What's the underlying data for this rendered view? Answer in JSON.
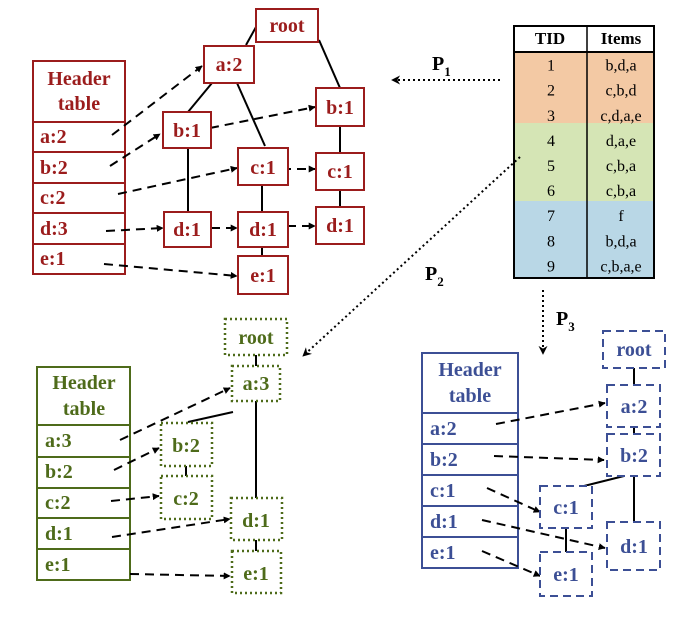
{
  "colors": {
    "red": "#9b1c1c",
    "green": "#4e6b1a",
    "blue": "#3c4f95",
    "orange_fill": "#f3c9a4",
    "green_fill": "#d5e5b5",
    "blue_fill": "#b9d7e6",
    "ink": "#000000"
  },
  "table": {
    "header_tid": "TID",
    "header_items": "Items",
    "rows": [
      {
        "tid": "1",
        "items": "b,d,a"
      },
      {
        "tid": "2",
        "items": "c,b,d"
      },
      {
        "tid": "3",
        "items": "c,d,a,e"
      },
      {
        "tid": "4",
        "items": "d,a,e"
      },
      {
        "tid": "5",
        "items": "c,b,a"
      },
      {
        "tid": "6",
        "items": "c,b,a"
      },
      {
        "tid": "7",
        "items": "f"
      },
      {
        "tid": "8",
        "items": "b,d,a"
      },
      {
        "tid": "9",
        "items": "c,b,a,e"
      }
    ]
  },
  "partitions": {
    "p1": {
      "letter": "P",
      "sub": "1"
    },
    "p2": {
      "letter": "P",
      "sub": "2"
    },
    "p3": {
      "letter": "P",
      "sub": "3"
    }
  },
  "tree1": {
    "header_line1": "Header",
    "header_line2": "table",
    "header_rows": [
      "a:2",
      "b:2",
      "c:2",
      "d:3",
      "e:1"
    ],
    "root": "root",
    "a": "a:2",
    "b_left": "b:1",
    "b_right": "b:1",
    "c_mid": "c:1",
    "c_right": "c:1",
    "d_left": "d:1",
    "d_mid": "d:1",
    "d_right": "d:1",
    "e": "e:1"
  },
  "tree2": {
    "header_line1": "Header",
    "header_line2": "table",
    "header_rows": [
      "a:3",
      "b:2",
      "c:2",
      "d:1",
      "e:1"
    ],
    "root": "root",
    "a": "a:3",
    "b": "b:2",
    "c": "c:2",
    "d": "d:1",
    "e": "e:1"
  },
  "tree3": {
    "header_line1": "Header",
    "header_line2": "table",
    "header_rows": [
      "a:2",
      "b:2",
      "c:1",
      "d:1",
      "e:1"
    ],
    "root": "root",
    "a": "a:2",
    "b": "b:2",
    "c": "c:1",
    "d": "d:1",
    "e": "e:1"
  }
}
